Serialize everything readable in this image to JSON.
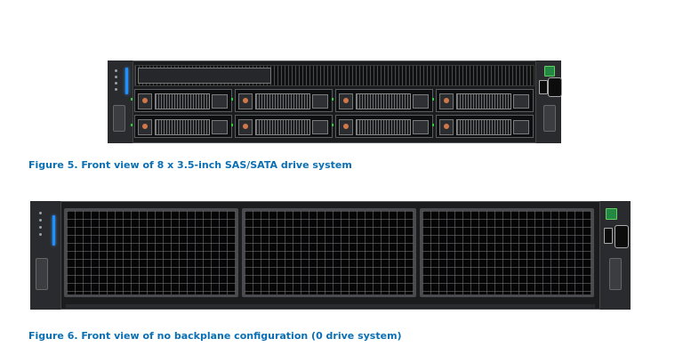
{
  "figure5": {
    "caption": "Figure 5. Front view of 8 x 3.5-inch SAS/SATA drive system",
    "drive_bays": 8
  },
  "figure6": {
    "caption": "Figure 6. Front view of no backplane configuration (0 drive system)",
    "bezel_panels": 3
  },
  "colors": {
    "caption": "#0b6fb4",
    "chassis": "#1b1c1e",
    "status_led": "#1e90ff",
    "drive_led": "#2ecc40",
    "drive_latch": "#d0784a"
  },
  "icons": [
    "led-indicator-icon",
    "usb-port-icon",
    "vga-port-icon",
    "power-button-icon",
    "rack-handle-icon"
  ]
}
